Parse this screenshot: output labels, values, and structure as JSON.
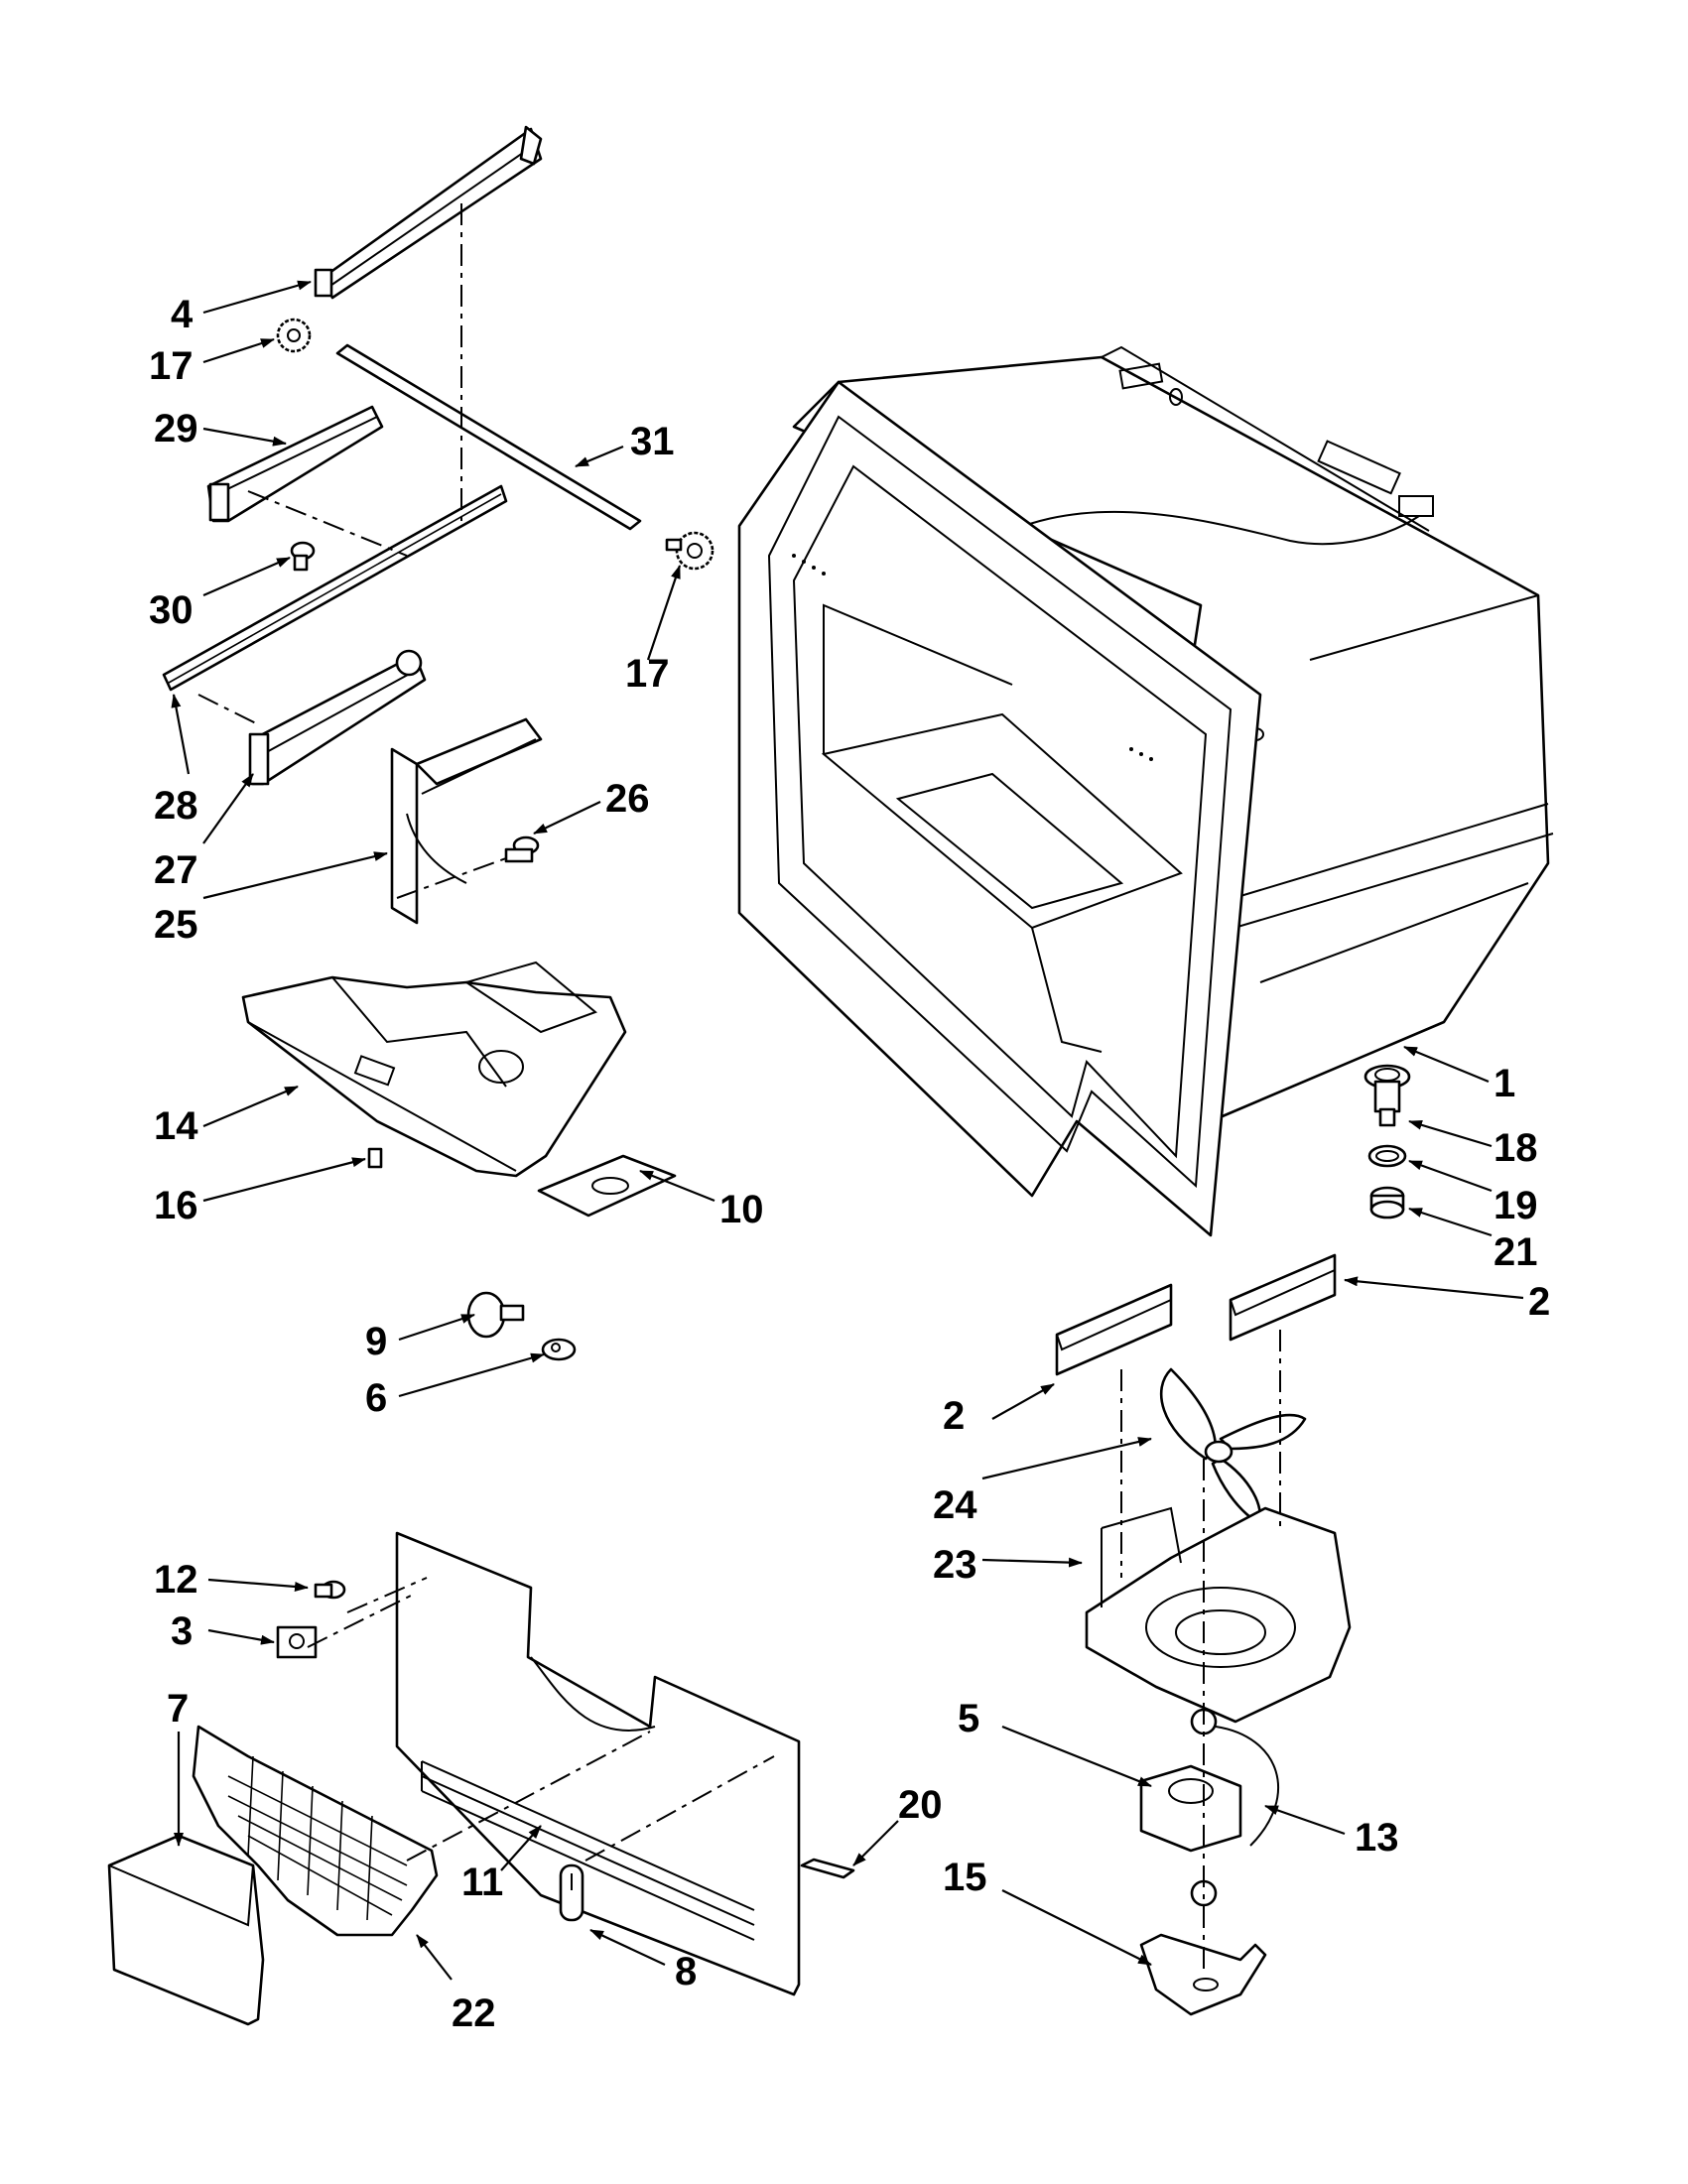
{
  "callouts": [
    {
      "id": "c1",
      "label": "1"
    },
    {
      "id": "c2a",
      "label": "2"
    },
    {
      "id": "c2b",
      "label": "2"
    },
    {
      "id": "c3",
      "label": "3"
    },
    {
      "id": "c4",
      "label": "4"
    },
    {
      "id": "c5",
      "label": "5"
    },
    {
      "id": "c6",
      "label": "6"
    },
    {
      "id": "c7",
      "label": "7"
    },
    {
      "id": "c8",
      "label": "8"
    },
    {
      "id": "c9",
      "label": "9"
    },
    {
      "id": "c10",
      "label": "10"
    },
    {
      "id": "c11",
      "label": "11"
    },
    {
      "id": "c12",
      "label": "12"
    },
    {
      "id": "c13",
      "label": "13"
    },
    {
      "id": "c14",
      "label": "14"
    },
    {
      "id": "c15",
      "label": "15"
    },
    {
      "id": "c16",
      "label": "16"
    },
    {
      "id": "c17a",
      "label": "17"
    },
    {
      "id": "c17b",
      "label": "17"
    },
    {
      "id": "c18",
      "label": "18"
    },
    {
      "id": "c19",
      "label": "19"
    },
    {
      "id": "c20",
      "label": "20"
    },
    {
      "id": "c21",
      "label": "21"
    },
    {
      "id": "c22",
      "label": "22"
    },
    {
      "id": "c23",
      "label": "23"
    },
    {
      "id": "c24",
      "label": "24"
    },
    {
      "id": "c25",
      "label": "25"
    },
    {
      "id": "c26",
      "label": "26"
    },
    {
      "id": "c27",
      "label": "27"
    },
    {
      "id": "c28",
      "label": "28"
    },
    {
      "id": "c29",
      "label": "29"
    },
    {
      "id": "c30",
      "label": "30"
    },
    {
      "id": "c31",
      "label": "31"
    }
  ]
}
